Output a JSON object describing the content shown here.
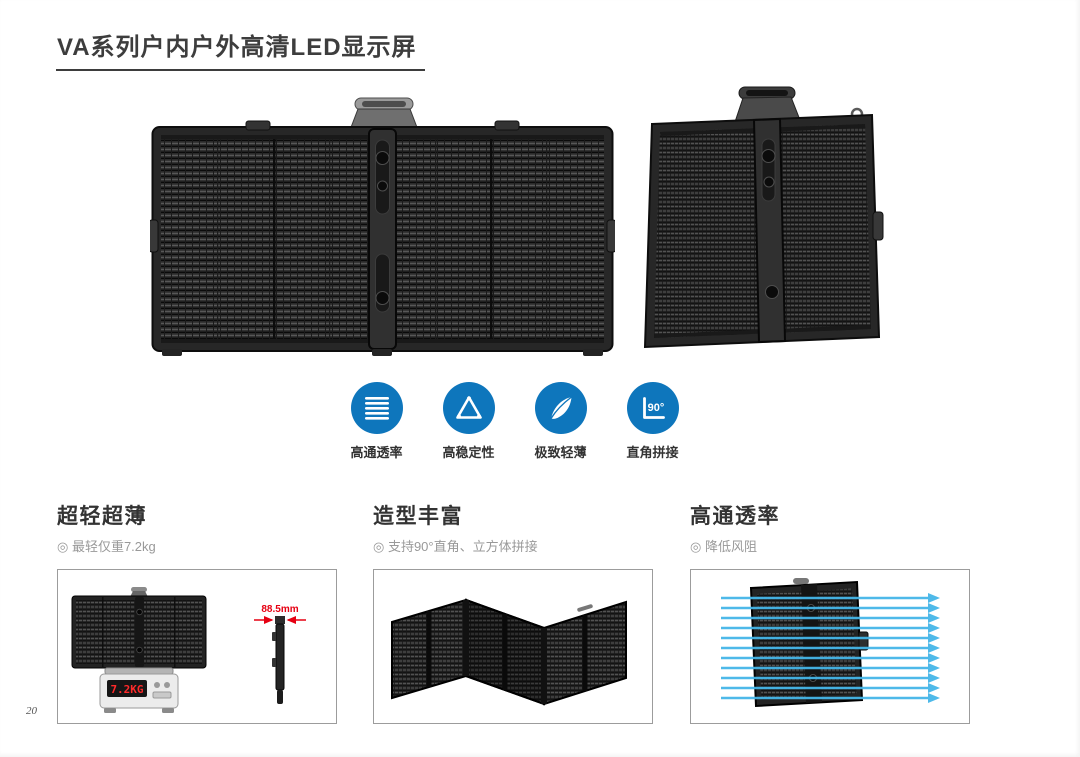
{
  "page": {
    "title": "VA系列户内户外高清LED显示屏",
    "page_number": "20"
  },
  "badges": [
    {
      "label": "高通透率",
      "icon": "transparency-lines-icon"
    },
    {
      "label": "高稳定性",
      "icon": "stability-triangle-icon"
    },
    {
      "label": "极致轻薄",
      "icon": "feather-icon"
    },
    {
      "label": "直角拼接",
      "icon": "right-angle-icon",
      "icon_text": "90°"
    }
  ],
  "features": [
    {
      "title": "超轻超薄",
      "subtitle": "◎ 最轻仅重7.2kg",
      "weight_display": "7.2KG",
      "thickness_label": "88.5mm"
    },
    {
      "title": "造型丰富",
      "subtitle": "◎ 支持90°直角、立方体拼接"
    },
    {
      "title": "高通透率",
      "subtitle": "◎ 降低风阻"
    }
  ],
  "colors": {
    "accent_blue": "#0e76bc",
    "arrow_blue": "#45b6e8",
    "alert_red": "#e60012"
  }
}
